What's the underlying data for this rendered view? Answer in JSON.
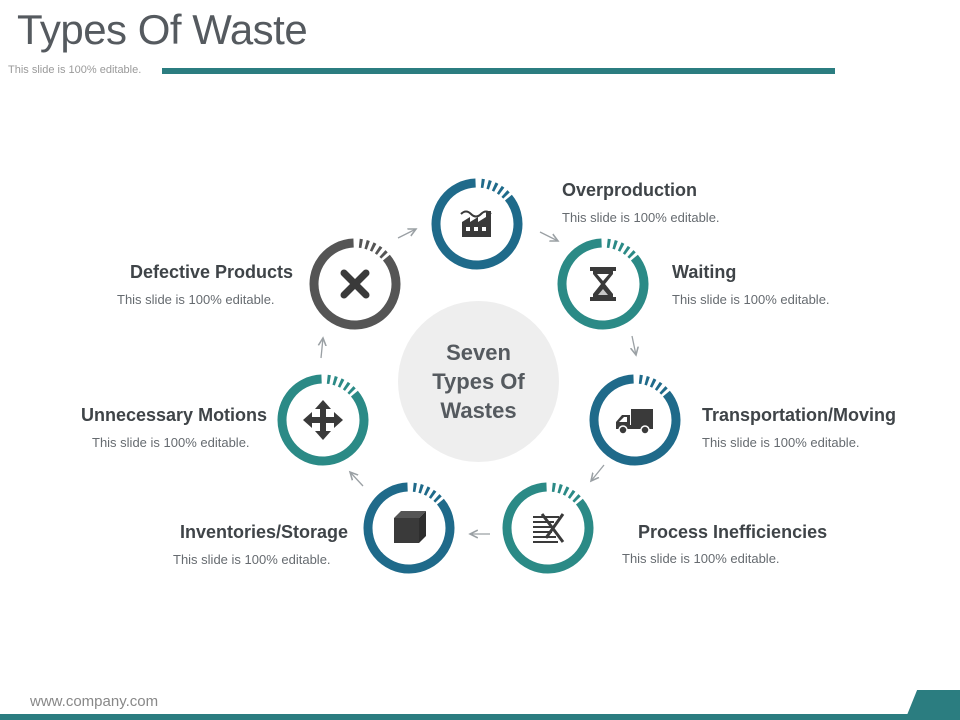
{
  "header": {
    "title": "Types Of Waste",
    "subtitle": "This slide is 100% editable."
  },
  "center": {
    "text": "Seven Types Of Wastes"
  },
  "items": [
    {
      "label": "Overproduction",
      "desc": "This slide is 100% editable.",
      "icon": "factory-icon",
      "color": "#1f6a8a"
    },
    {
      "label": "Waiting",
      "desc": "This slide is 100% editable.",
      "icon": "hourglass-icon",
      "color": "#2b8a86"
    },
    {
      "label": "Transportation/Moving",
      "desc": "This slide is 100% editable.",
      "icon": "truck-icon",
      "color": "#1f6a8a"
    },
    {
      "label": "Process Inefficiencies",
      "desc": "This slide is 100% editable.",
      "icon": "crossed-list-icon",
      "color": "#2b8a86"
    },
    {
      "label": "Inventories/Storage",
      "desc": "This slide is 100% editable.",
      "icon": "box-icon",
      "color": "#1f6a8a"
    },
    {
      "label": "Unnecessary Motions",
      "desc": "This slide is 100% editable.",
      "icon": "move-arrows-icon",
      "color": "#2b8a86"
    },
    {
      "label": "Defective Products",
      "desc": "This slide is 100% editable.",
      "icon": "x-mark-icon",
      "color": "#555555"
    }
  ],
  "footer": {
    "url": "www.company.com"
  }
}
